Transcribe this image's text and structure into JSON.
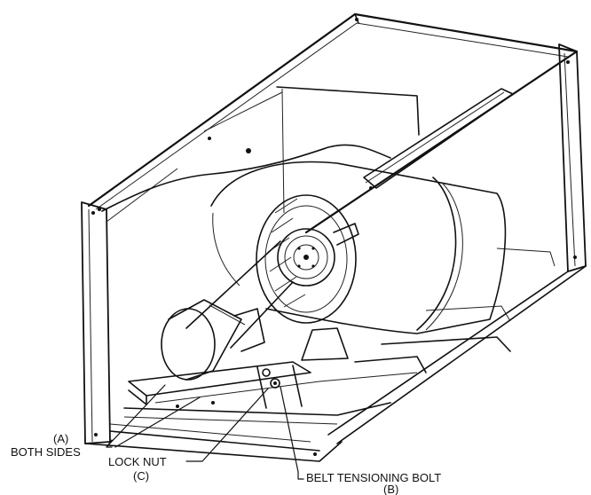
{
  "callouts": {
    "a_letter": "(A)",
    "a_text": "BOTH SIDES",
    "lock_nut": "LOCK NUT",
    "c_letter": "(C)",
    "belt_bolt": "BELT TENSIONING BOLT",
    "b_letter": "(B)"
  }
}
